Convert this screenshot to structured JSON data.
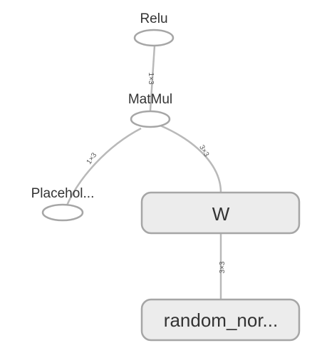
{
  "graph": {
    "nodes": {
      "relu": {
        "label": "Relu"
      },
      "matmul": {
        "label": "MatMul"
      },
      "placeholder": {
        "label": "Placehol..."
      },
      "w": {
        "label": "W"
      },
      "random_normal": {
        "label": "random_nor..."
      }
    },
    "edges": {
      "matmul_to_relu": {
        "shape": "1×3"
      },
      "placeholder_to_matmul": {
        "shape": "1×3"
      },
      "w_to_matmul": {
        "shape": "3×3"
      },
      "random_to_w": {
        "shape": "3×3"
      }
    },
    "colors": {
      "edge": "#b9b9b9",
      "node_stroke": "#a6a6a6",
      "variable_fill": "#ececec",
      "text": "#333333"
    }
  }
}
